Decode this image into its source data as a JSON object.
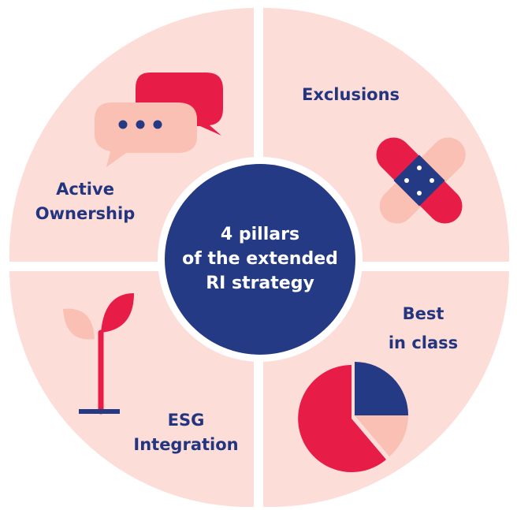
{
  "colors": {
    "quadrant": "#fcddd8",
    "center": "#253a84",
    "label": "#23357e",
    "red": "#e71c47",
    "pink": "#f9c0b3",
    "navy": "#253a84"
  },
  "center": {
    "line1": "4 pillars",
    "line2": "of the extended",
    "line3": "RI strategy"
  },
  "pillars": {
    "active_ownership": {
      "line1": "Active",
      "line2": "Ownership",
      "icon": "speech-bubbles-icon"
    },
    "exclusions": {
      "line1": "Exclusions",
      "icon": "crossed-bandage-icon"
    },
    "best_in_class": {
      "line1": "Best",
      "line2": "in class",
      "icon": "pie-chart-icon"
    },
    "esg_integration": {
      "line1": "ESG",
      "line2": "Integration",
      "icon": "plant-sprout-icon"
    }
  }
}
